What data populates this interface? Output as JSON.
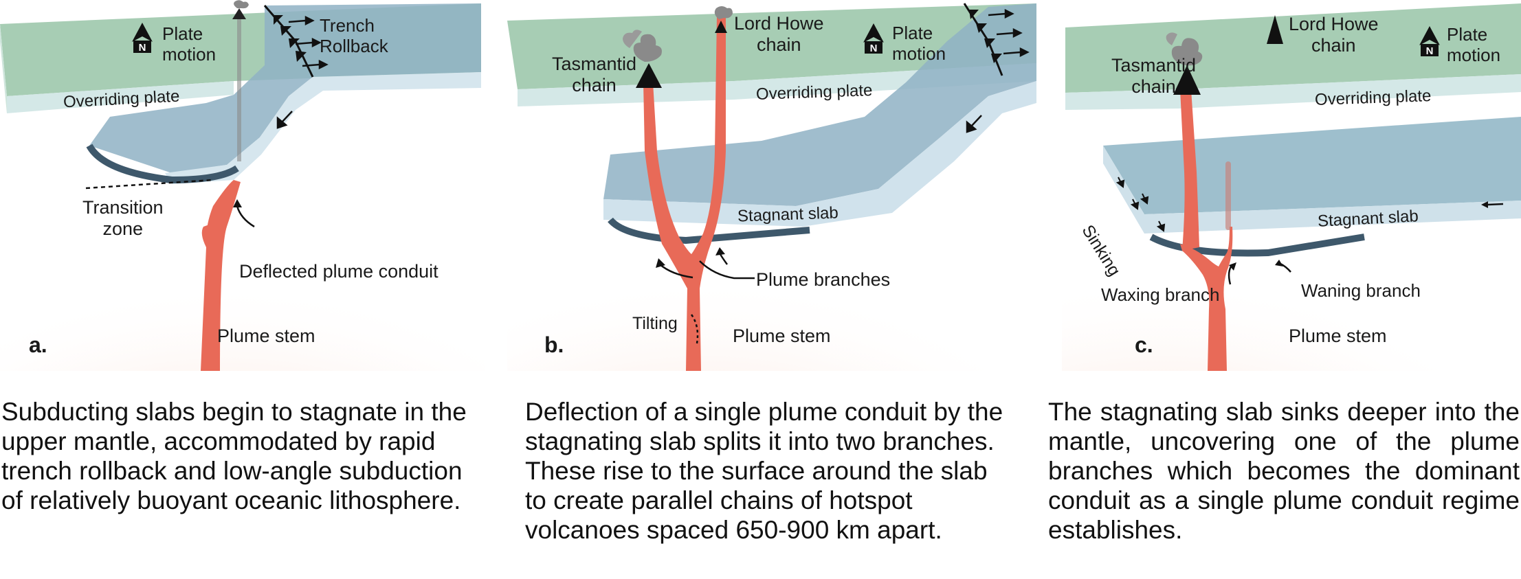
{
  "panels": [
    {
      "letter": "a.",
      "labels": {
        "plate_motion": "Plate\nmotion",
        "trench_rollback": "Trench\nRollback",
        "overriding_plate": "Overriding plate",
        "transition_zone": "Transition\nzone",
        "deflected_plume": "Deflected plume conduit",
        "plume_stem": "Plume stem",
        "north": "N"
      },
      "caption": "Subducting slabs begin to stagnate in the upper mantle, accommodated by rapid trench rollback and low-angle subduction of relatively buoyant oceanic lithosphere."
    },
    {
      "letter": "b.",
      "labels": {
        "tasmantid_chain": "Tasmantid\nchain",
        "lord_howe_chain": "Lord Howe\nchain",
        "plate_motion": "Plate\nmotion",
        "overriding_plate": "Overriding plate",
        "stagnant_slab": "Stagnant slab",
        "plume_branches": "Plume branches",
        "tilting": "Tilting",
        "plume_stem": "Plume stem",
        "north": "N"
      },
      "caption": "Deflection of a single plume conduit by the stagnating slab splits it into two branches. These rise to the surface around the slab to create parallel chains of hotspot volcanoes spaced 650-900 km apart."
    },
    {
      "letter": "c.",
      "labels": {
        "tasmantid_chain": "Tasmantid\nchain",
        "lord_howe_chain": "Lord Howe\nchain",
        "plate_motion": "Plate\nmotion",
        "overriding_plate": "Overriding plate",
        "sinking": "Sinking",
        "stagnant_slab": "Stagnant slab",
        "waxing_branch": "Waxing branch",
        "waning_branch": "Waning branch",
        "plume_stem": "Plume stem",
        "north": "N"
      },
      "caption": "The stagnating slab sinks deeper into the mantle, uncovering one of the plume branches which becomes the dominant conduit as a single plume conduit regime establishes."
    }
  ],
  "colors": {
    "plate_top": "#a7cdb4",
    "plate_side": "#d4e8e7",
    "slab_top": "#9ebfcd",
    "slab_side": "#c9dde7",
    "slab_under": "#4a6478",
    "plume": "#e86a58",
    "mantle_glow": "#fbd9cc"
  }
}
